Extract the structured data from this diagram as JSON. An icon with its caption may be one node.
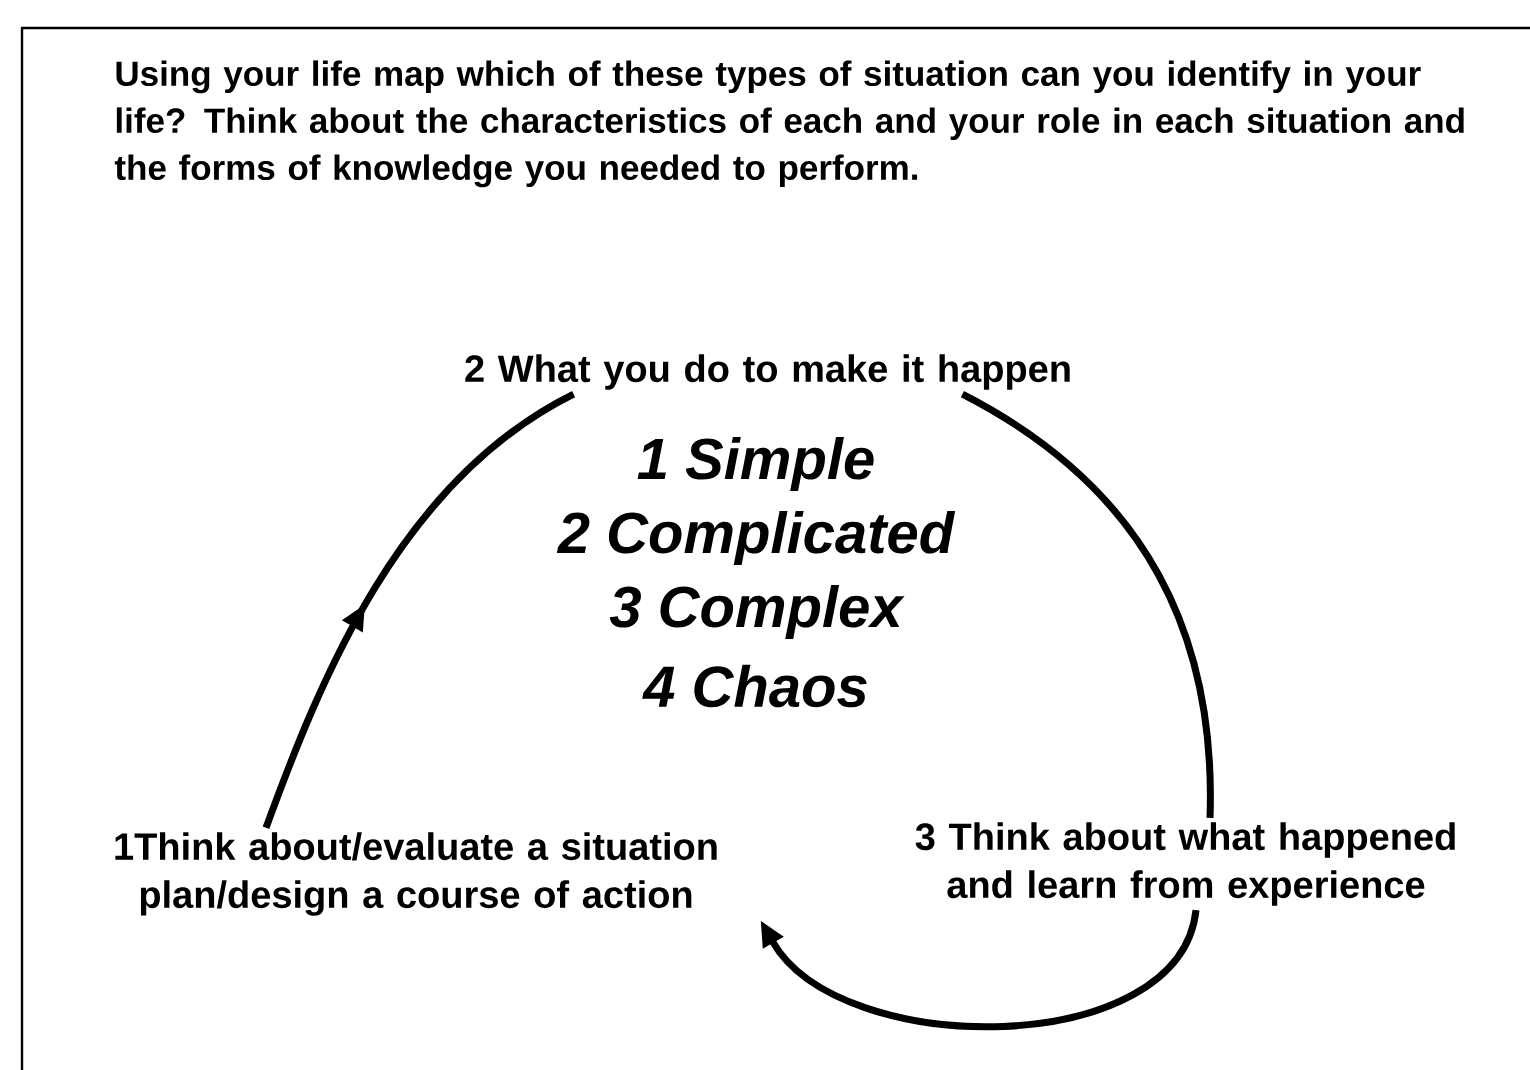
{
  "diagram": {
    "title": "Using your life map which of these types of situation can you identify in your life? Think about the characteristics of each and your role in each situation and the forms of knowledge you needed to perform.",
    "nodes": [
      {
        "text": [
          "1Think about/evaluate a situation plan/design a course of action"
        ]
      },
      {
        "text": [
          "2 What you do to make it happen"
        ]
      },
      {
        "text": [
          "3 Think about what happened and learn from experience"
        ]
      }
    ],
    "edges": [
      {
        "from": 0,
        "to": 1,
        "arrow": "to"
      },
      {
        "from": 1,
        "to": 2,
        "arrow": "none"
      },
      {
        "from": 2,
        "to": 0,
        "arrow": "to"
      }
    ],
    "labels": [
      "1 Simple",
      "2 Complicated",
      "3 Complex",
      "4 Chaos"
    ]
  }
}
